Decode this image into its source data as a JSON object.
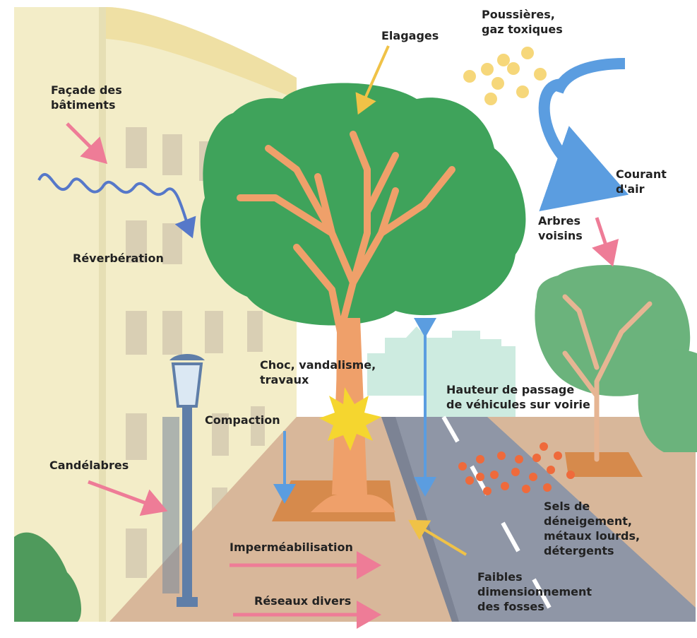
{
  "labels": {
    "facade": [
      "Façade des",
      "bâtiments"
    ],
    "reverberation": [
      "Réverbération"
    ],
    "elagages": [
      "Elagages"
    ],
    "poussieres": [
      "Poussières,",
      "gaz toxiques"
    ],
    "courant": [
      "Courant",
      "d'air"
    ],
    "arbres_voisins": [
      "Arbres",
      "voisins"
    ],
    "choc": [
      "Choc, vandalisme,",
      "travaux"
    ],
    "compaction": [
      "Compaction"
    ],
    "hauteur": [
      "Hauteur de passage",
      "de véhicules sur voirie"
    ],
    "candelabres": [
      "Candélabres"
    ],
    "sels": [
      "Sels de",
      "déneigement,",
      "métaux lourds,",
      "détergents"
    ],
    "impermeabilisation": [
      "Imperméabilisation"
    ],
    "faibles": [
      "Faibles",
      "dimensionnement",
      "des fosses"
    ],
    "reseaux": [
      "Réseaux divers"
    ]
  },
  "colors": {
    "building": "#f3edc8",
    "building_shadow": "#e6dfb4",
    "window": "#d9cfb4",
    "tree_canopy": "#3fa35b",
    "trunk": "#efa06a",
    "neighbor_canopy": "#6bb37c",
    "sidewalk": "#d8b79a",
    "road": "#8f96a6",
    "pit": "#d68a4c",
    "city": "#cdebe0",
    "pink_arrow": "#ee7c97",
    "blue_arrow": "#5b9de0",
    "wave": "#5678c9",
    "yellow_arrow": "#f0c247",
    "dust": "#f6d77a",
    "salt": "#ef6a3b",
    "lamp": "#5f7ea8",
    "bush": "#4f9a5c"
  }
}
